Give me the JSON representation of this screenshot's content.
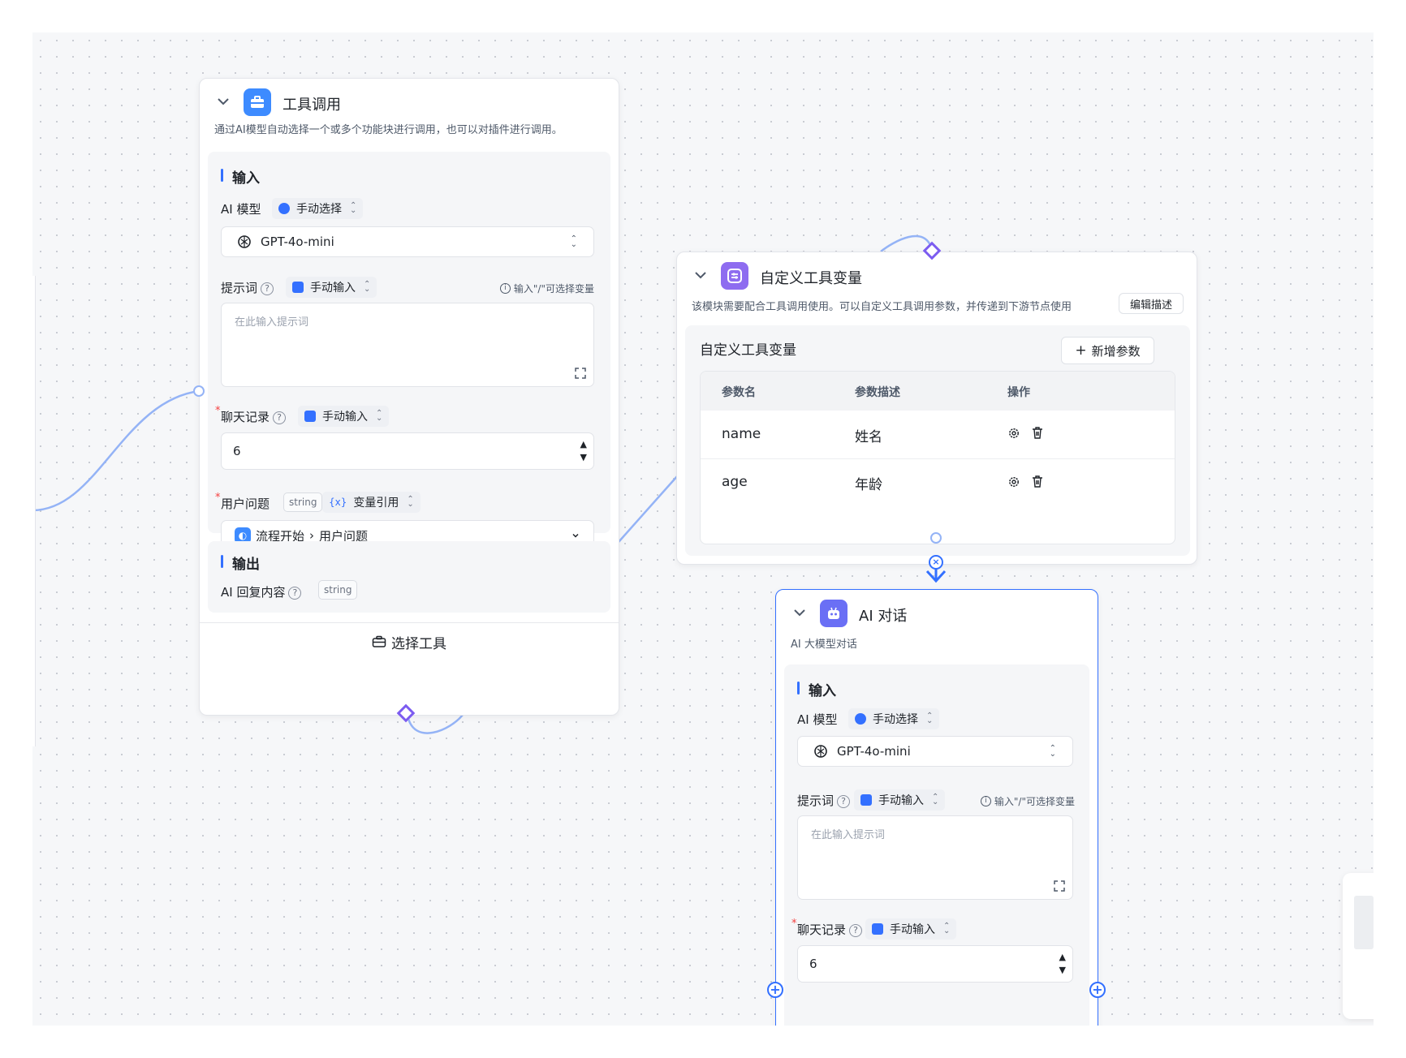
{
  "tool_node": {
    "title": "工具调用",
    "description": "通过AI模型自动选择一个或多个功能块进行调用，也可以对插件进行调用。",
    "input_section_title": "输入",
    "ai_model_label": "AI 模型",
    "ai_model_mode": "手动选择",
    "ai_model_value": "GPT-4o-mini",
    "prompt_label": "提示词",
    "prompt_mode": "手动输入",
    "prompt_hint": "输入\"/\"可选择变量",
    "prompt_placeholder": "在此输入提示词",
    "history_label": "聊天记录",
    "history_mode": "手动输入",
    "history_value": "6",
    "question_label": "用户问题",
    "question_type": "string",
    "question_mode": "变量引用",
    "question_ref_node": "流程开始",
    "question_ref_field": "用户问题",
    "output_section_title": "输出",
    "output_label": "AI 回复内容",
    "output_type": "string",
    "footer_button": "选择工具"
  },
  "custom_node": {
    "title": "自定义工具变量",
    "description": "该模块需要配合工具调用使用。可以自定义工具调用参数，并传递到下游节点使用",
    "edit_button": "编辑描述",
    "section_title": "自定义工具变量",
    "add_button": "新增参数",
    "columns": [
      "参数名",
      "参数描述",
      "操作"
    ],
    "rows": [
      {
        "name": "name",
        "desc": "姓名"
      },
      {
        "name": "age",
        "desc": "年龄"
      }
    ]
  },
  "ai_node": {
    "title": "AI 对话",
    "description": "AI 大模型对话",
    "input_section_title": "输入",
    "ai_model_label": "AI 模型",
    "ai_model_mode": "手动选择",
    "ai_model_value": "GPT-4o-mini",
    "prompt_label": "提示词",
    "prompt_mode": "手动输入",
    "prompt_hint": "输入\"/\"可选择变量",
    "prompt_placeholder": "在此输入提示词",
    "history_label": "聊天记录",
    "history_mode": "手动输入",
    "history_value": "6"
  },
  "colors": {
    "accent": "#3370ff",
    "tool_icon": "#3d8bff",
    "custom_icon": "#8e6cf0",
    "ai_icon": "#6a6ff5",
    "wire": "#94b3f6",
    "diamond": "#7c5cf0"
  }
}
